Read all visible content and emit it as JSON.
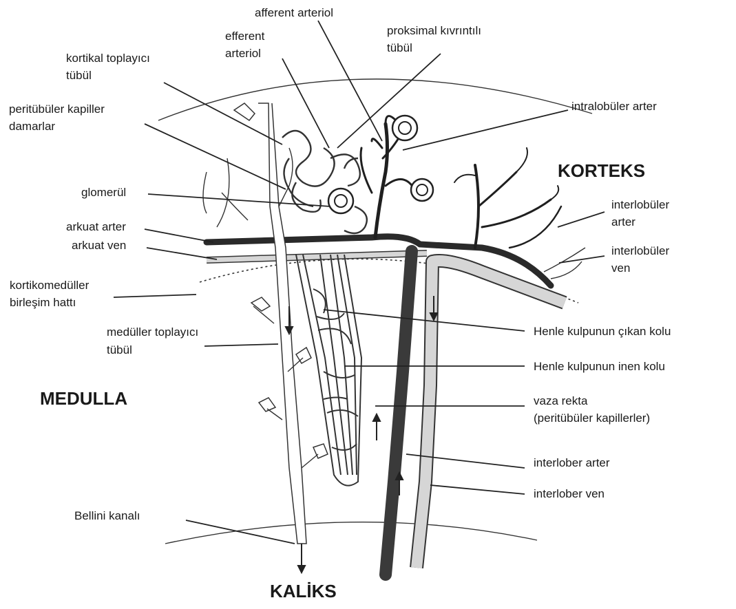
{
  "regions": {
    "korteks": "KORTEKS",
    "medulla": "MEDULLA",
    "kaliks": "KALİKS"
  },
  "labels": {
    "afferent_arteriol": "afferent arteriol",
    "efferent_arteriol": [
      "efferent",
      "arteriol"
    ],
    "proksimal": [
      "proksimal kıvrıntılı",
      "tübül"
    ],
    "kortikal_toplayici": [
      "kortikal toplayıcı",
      "tübül"
    ],
    "peritubuler": [
      "peritübüler kapiller",
      "damarlar"
    ],
    "intralobuler_arter": "intralobüler arter",
    "glomerul": "glomerül",
    "arkuat_arter": "arkuat arter",
    "arkuat_ven": "arkuat ven",
    "kortikomeduller": [
      "kortikomedüller",
      "birleşim hattı"
    ],
    "meduller_toplayici": [
      "medüller toplayıcı",
      "tübül"
    ],
    "interlobuler_arter": [
      "interlobüler",
      "arter"
    ],
    "interlobuler_ven": [
      "interlobüler",
      "ven"
    ],
    "henle_cikan": "Henle kulpunun çıkan kolu",
    "henle_inen": "Henle kulpunun inen kolu",
    "vaza_rekta": [
      "vaza rekta",
      "(peritübüler kapillerler)"
    ],
    "interlober_arter": "interlober arter",
    "interlober_ven": "interlober ven",
    "bellini": "Bellini kanalı"
  }
}
